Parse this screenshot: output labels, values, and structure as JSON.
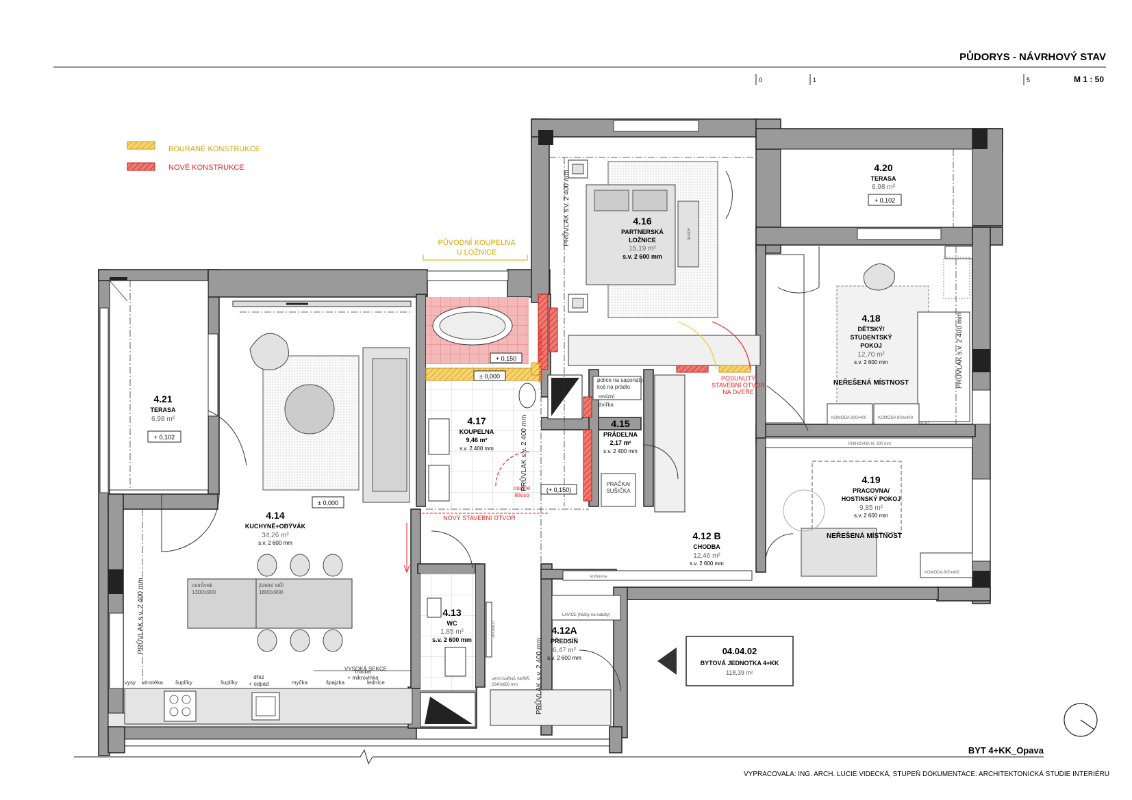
{
  "header": {
    "title": "PŮDORYS  - NÁVRHOVÝ STAV",
    "scale": "M 1 : 50",
    "scale_ticks": [
      "0",
      "1",
      "5"
    ]
  },
  "legend": {
    "demolished": "BOURANÉ KONSTRUKCE",
    "new": "NOVÉ KONSTRUKCE",
    "demolished_color": "#f2c440",
    "new_color": "#e8403a"
  },
  "annotations": {
    "original_bath": [
      "PŮVODNÍ KOUPELNA",
      "U LOŽNICE"
    ],
    "install_wall": "instalační předstěna",
    "new_opening": "NOVÝ STAVEBNÍ OTVOR",
    "moved_opening": [
      "POSUNUTÝ",
      "STAVEBNÍ OTVOR",
      "NA DVEŘE"
    ],
    "radiator": [
      "otopné",
      "těleso"
    ],
    "shelf": [
      "police na saponáty/",
      "koš na prádlo"
    ],
    "hatch": [
      "revizní",
      "dvířka"
    ],
    "washer": [
      "PRAČKA/",
      "SUŠIČKA"
    ],
    "island": [
      "ostrůvek",
      "1300x900"
    ],
    "table": [
      "jídelní stůl",
      "1800x900"
    ],
    "high_section": "VYSOKÁ SEKCE",
    "kitchen_labels": [
      "myčka",
      "špajzka",
      "ledníce"
    ],
    "kitchen_labels2": [
      "vysy",
      "vinotéka",
      "šuplíky",
      "šuplíky"
    ],
    "sink": [
      "dřez",
      "+ odpad"
    ],
    "oven": [
      "trouba",
      "+ mikrovlnka"
    ],
    "bench": "LAVICE (háčky na kabáty)",
    "wardrobe": [
      "VESTAVĚNÁ SKŘÍŇ",
      "2540x650 mm"
    ],
    "shoe_rack": "knihovna",
    "mirror": "ZRCADLO",
    "bookshelf": "KNIHOVNA hl. 300 mm",
    "dresser1": "KOMODA 800x400",
    "dresser2": "KOMODA 800x400",
    "dresser3": "KOMODA 800x400",
    "lavice": "lavice",
    "unsolved1": "NEŘEŠENÁ MÍSTNOST",
    "unsolved2": "NEŘEŠENÁ MÍSTNOST",
    "beam1": "PRŮVLAK s.v. 2 400 mm",
    "beam2": "PRŮVLAK s.v. 2 400 mm",
    "beam3": "PRŮVLAK s.v. 2 400 mm",
    "beam4": "PRŮVLAK s.v. 2 400 mm",
    "beam5": "PRŮVLAK s.v. 2 400 mm"
  },
  "rooms": {
    "r414": {
      "no": "4.14",
      "name": "KUCHYNĚ+OBÝVÁK",
      "area": "34,26 m²",
      "height": "s.v. 2 600 mm",
      "level": "± 0,000"
    },
    "r421": {
      "no": "4.21",
      "name": "TERASA",
      "area": "6,98 m²",
      "level": "+ 0,102"
    },
    "r416": {
      "no": "4.16",
      "name1": "PARTNERSKÁ",
      "name2": "LOŽNICE",
      "area": "15,19 m²",
      "height": "s.v. 2 600 mm"
    },
    "r420": {
      "no": "4.20",
      "name": "TERASA",
      "area": "6,98 m²",
      "level": "+ 0,102"
    },
    "r418": {
      "no": "4.18",
      "name1": "DĚTSKÝ/",
      "name2": "STUDENTSKÝ",
      "name3": "POKOJ",
      "area": "12,70 m²",
      "height": "s.v. 2 600 mm"
    },
    "r417": {
      "no": "4.17",
      "name": "KOUPELNA",
      "area": "9,46 m²",
      "height": "s.v. 2 400 mm",
      "level1": "+ 0,150",
      "level2": "± 0,000",
      "level3": "(+ 0,150)"
    },
    "r415": {
      "no": "4.15",
      "name": "PRÁDELNA",
      "area": "2,17 m²",
      "height": "s.v. 2 400 mm"
    },
    "r419": {
      "no": "4.19",
      "name1": "PRACOVNA/",
      "name2": "HOSTINSKÝ POKOJ",
      "area": "9,85 m²",
      "height": "s.v. 2 600 mm"
    },
    "r412b": {
      "no": "4.12 B",
      "name": "CHODBA",
      "area": "12,46 m²",
      "height": "s.v. 2 600 mm"
    },
    "r413": {
      "no": "4.13",
      "name": "WC",
      "area": "1,85 m²",
      "height": "s.v. 2 600 mm"
    },
    "r412a": {
      "no": "4.12A",
      "name": "PŘEDSÍŇ",
      "area": "6,47 m²",
      "height": "s.v. 2 600 mm"
    }
  },
  "unit": {
    "code": "04.04.02",
    "name": "BYTOVÁ JEDNOTKA 4+KK",
    "area": "118,39 m²"
  },
  "footer": {
    "project": "BYT 4+KK_Opava",
    "credits": "VYPRACOVALA: ING. ARCH. LUCIE VIDECKÁ, STUPEŇ DOKUMENTACE: ARCHITEKTONICKÁ STUDIE INTERIÉRU"
  }
}
